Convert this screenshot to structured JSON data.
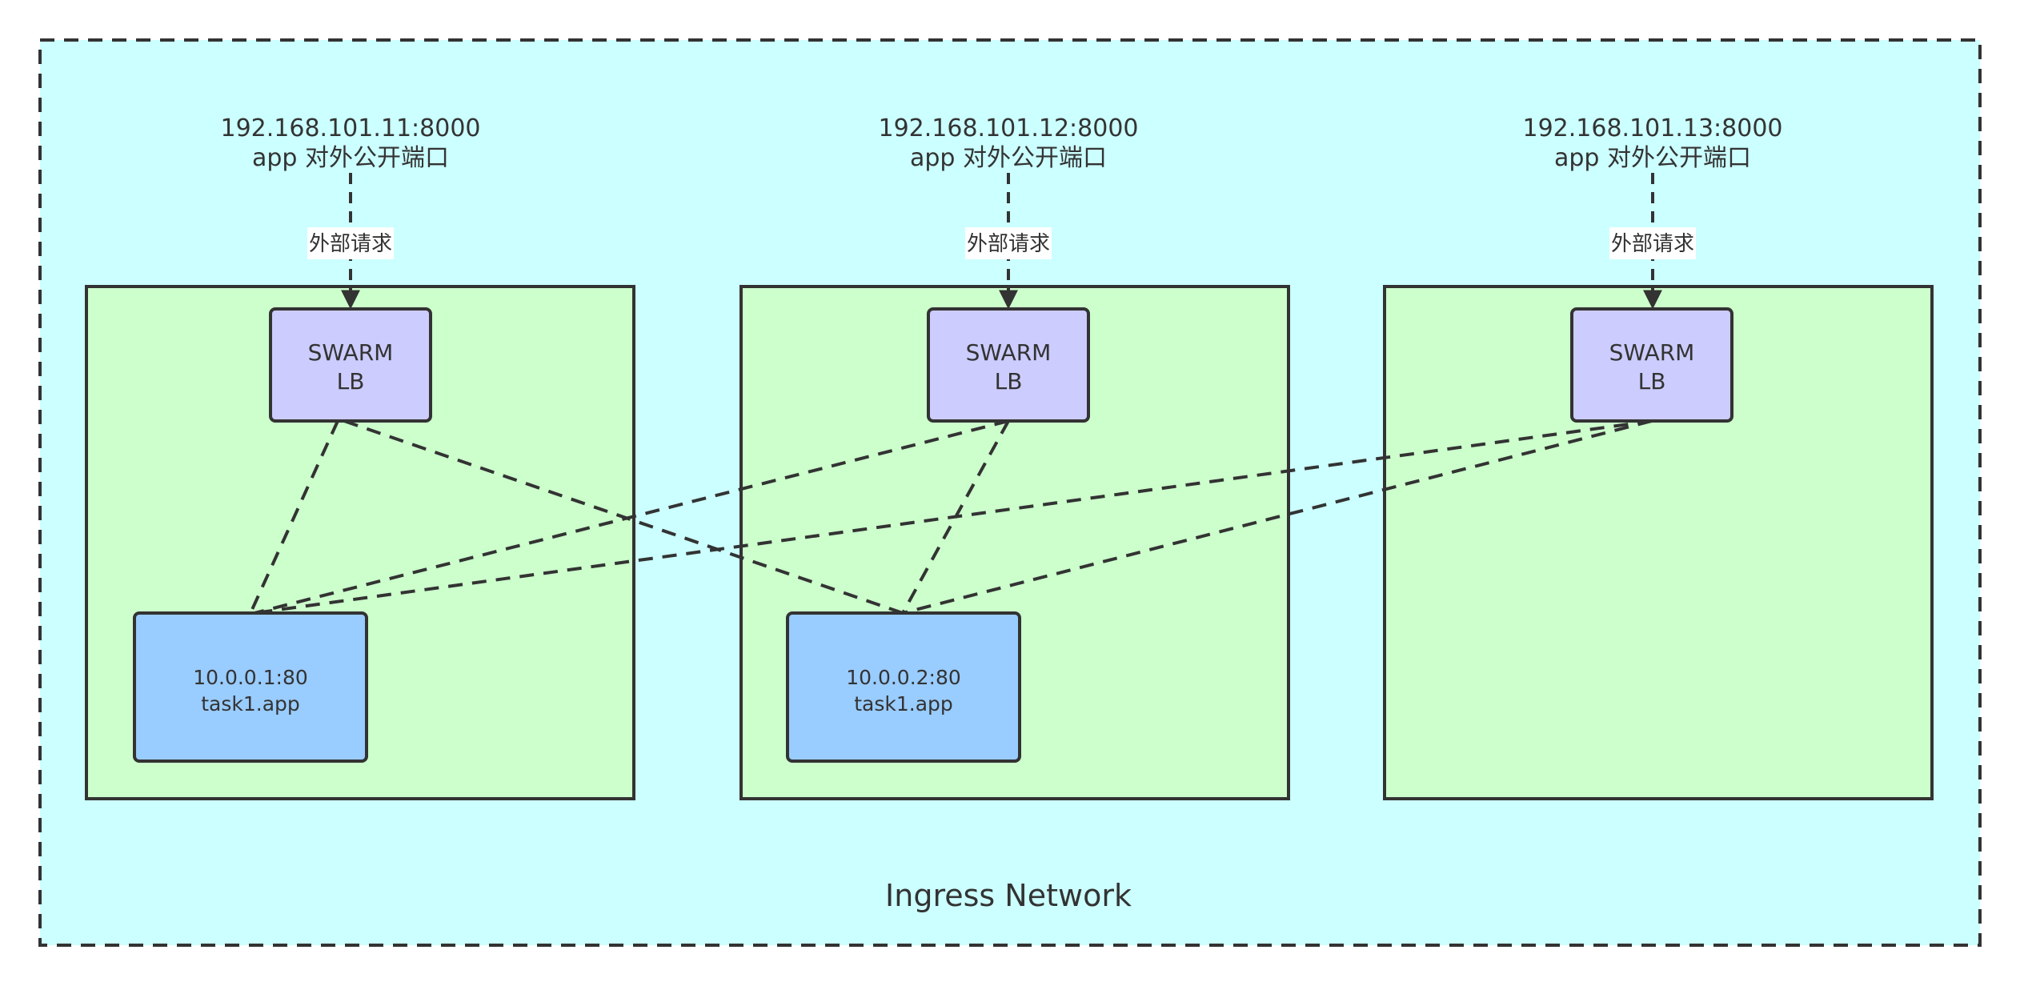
{
  "network": {
    "label": "Ingress Network",
    "fill": "#ccffff"
  },
  "nodes": [
    {
      "endpoint": "192.168.101.11:8000",
      "endpoint_desc": "app 对外公开端口",
      "request_label": "外部请求",
      "lb_line1": "SWARM",
      "lb_line2": "LB",
      "task_line1": "10.0.0.1:80",
      "task_line2": "task1.app"
    },
    {
      "endpoint": "192.168.101.12:8000",
      "endpoint_desc": "app 对外公开端口",
      "request_label": "外部请求",
      "lb_line1": "SWARM",
      "lb_line2": "LB",
      "task_line1": "10.0.0.2:80",
      "task_line2": "task1.app"
    },
    {
      "endpoint": "192.168.101.13:8000",
      "endpoint_desc": "app 对外公开端口",
      "request_label": "外部请求",
      "lb_line1": "SWARM",
      "lb_line2": "LB"
    }
  ],
  "colors": {
    "host_fill": "#ccffcc",
    "lb_fill": "#ccccff",
    "task_fill": "#99ccff",
    "stroke": "#333333"
  }
}
